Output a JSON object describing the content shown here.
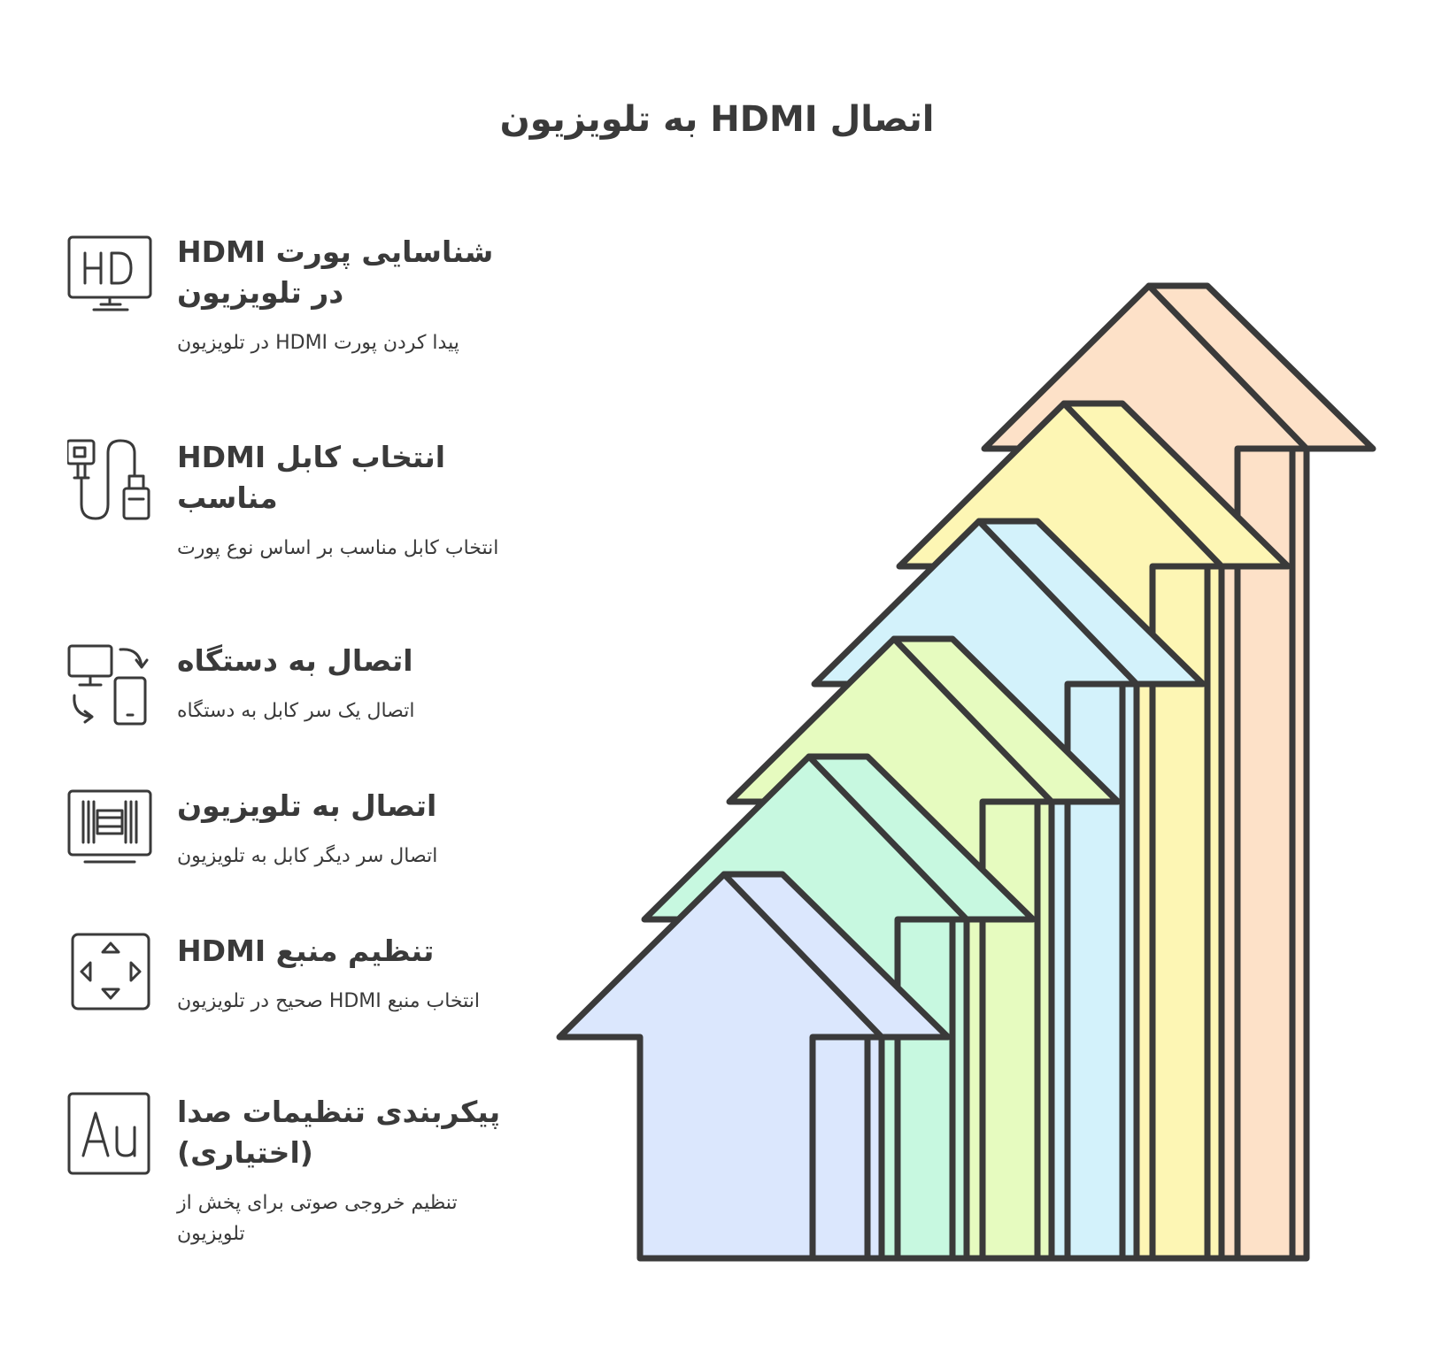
{
  "title": "اتصال HDMI به تلویزیون",
  "steps": [
    {
      "title": "شناسایی پورت HDMI در تلویزیون",
      "description": "پیدا کردن پورت HDMI در تلویزیون",
      "icon": "hd-monitor-icon",
      "color": "#fde1c8"
    },
    {
      "title": "انتخاب کابل HDMI مناسب",
      "description": "انتخاب کابل مناسب بر اساس نوع پورت",
      "icon": "hdmi-cable-icon",
      "color": "#fdf6b4"
    },
    {
      "title": "اتصال به دستگاه",
      "description": "اتصال یک سر کابل به دستگاه",
      "icon": "device-sync-icon",
      "color": "#d3f2fb"
    },
    {
      "title": "اتصال به تلویزیون",
      "description": "اتصال سر دیگر کابل به تلویزیون",
      "icon": "tv-film-icon",
      "color": "#e6fbbf"
    },
    {
      "title": "تنظیم منبع HDMI",
      "description": "انتخاب منبع HDMI صحیح در تلویزیون",
      "icon": "dpad-remote-icon",
      "color": "#c7f8e0"
    },
    {
      "title": "پیکربندی تنظیمات صدا (اختیاری)",
      "description": "تنظیم خروجی صوتی برای پخش از تلویزیون",
      "icon": "audio-au-icon",
      "color": "#dbe7fd"
    }
  ]
}
